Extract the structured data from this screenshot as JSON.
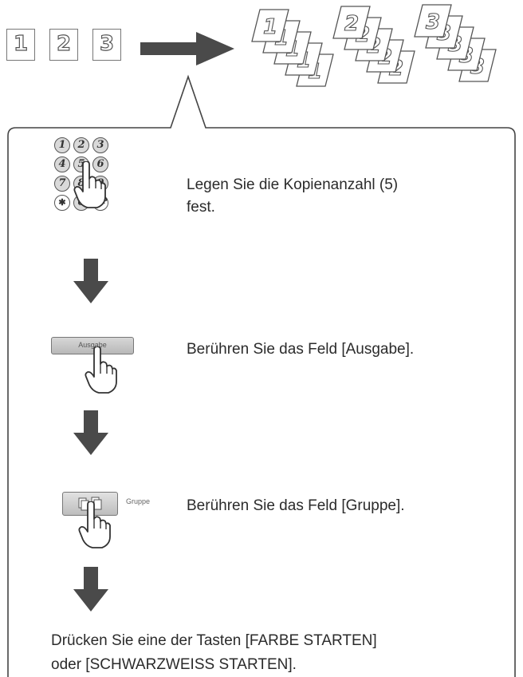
{
  "originals": [
    "1",
    "2",
    "3"
  ],
  "output_sets": [
    {
      "digit": "1"
    },
    {
      "digit": "2"
    },
    {
      "digit": "3"
    }
  ],
  "keypad": {
    "keys": [
      "1",
      "2",
      "3",
      "4",
      "5",
      "6",
      "7",
      "8",
      "9",
      "✱",
      "0",
      "#/P"
    ]
  },
  "steps": [
    {
      "text_line1": "Legen Sie die Kopienanzahl (5)",
      "text_line2": "fest."
    },
    {
      "button_label": "Ausgabe",
      "text": "Berühren Sie das Feld [Ausgabe]."
    },
    {
      "button_label": "Gruppe",
      "text": "Berühren Sie das Feld [Gruppe]."
    }
  ],
  "final": {
    "line1": "Drücken Sie eine der Tasten [FARBE STARTEN]",
    "line2": "oder [SCHWARZWEISS STARTEN]."
  }
}
